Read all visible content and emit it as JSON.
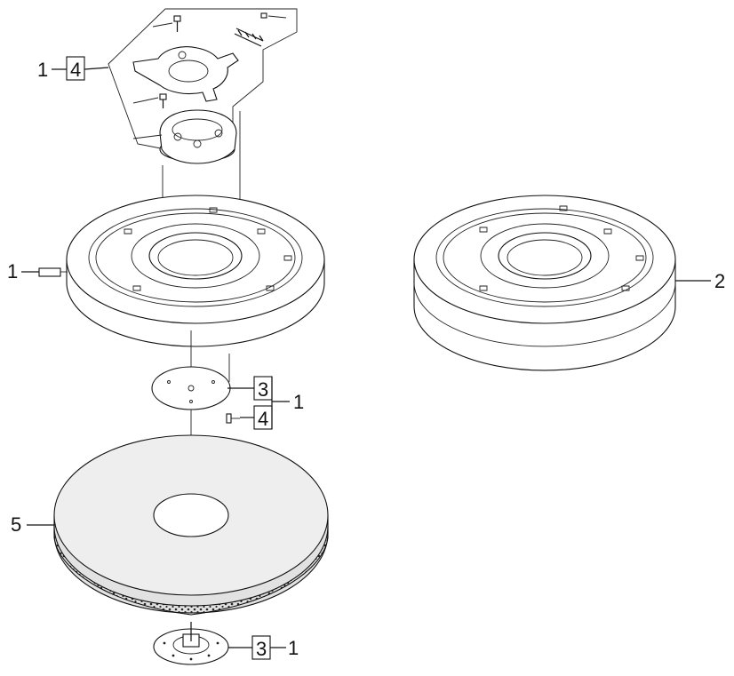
{
  "callouts": {
    "drive_kit": {
      "ref": "1",
      "qty": "4"
    },
    "drive_block_main": {
      "ref": "1"
    },
    "pad_driver_alt": {
      "ref": "2"
    },
    "center_plate": {
      "qty_plate": "3",
      "qty_screws": "4",
      "ref": "1"
    },
    "abrasive_pad": {
      "ref": "5"
    },
    "center_lock": {
      "qty": "3",
      "ref": "1"
    }
  },
  "colors": {
    "line": "#111111",
    "pad_face": "#eeeeee",
    "pad_edge": "#e2e2e2",
    "pad_dots": "#2a2a2a",
    "background": "#ffffff"
  },
  "icons": [
    "pad-driver-disc",
    "centering-plate",
    "diamond-abrasive-pad",
    "center-lock-hub",
    "mounting-plate",
    "drive-flange",
    "screw",
    "spring"
  ]
}
